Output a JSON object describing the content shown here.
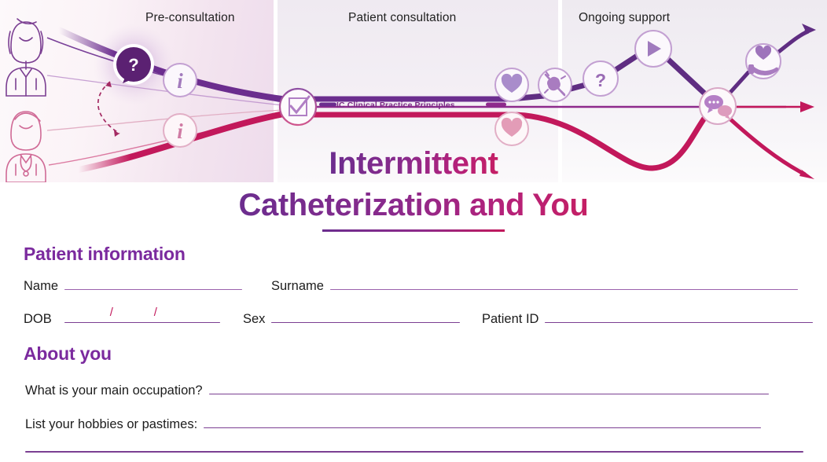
{
  "banner": {
    "phases": [
      {
        "label": "Pre-consultation"
      },
      {
        "label": "Patient consultation"
      },
      {
        "label": "Ongoing support"
      }
    ],
    "pathway_label": "IC Clinical Practice Principles",
    "icons": [
      {
        "name": "question-speech-bubble-icon",
        "phase": "Pre-consultation"
      },
      {
        "name": "info-icon-purple",
        "phase": "Pre-consultation"
      },
      {
        "name": "info-icon-pink",
        "phase": "Pre-consultation"
      },
      {
        "name": "checkbox-tick-icon",
        "phase": "Patient consultation"
      },
      {
        "name": "heart-icon-purple",
        "phase": "Patient consultation"
      },
      {
        "name": "heart-icon-pink",
        "phase": "Patient consultation"
      },
      {
        "name": "no-bacteria-icon",
        "phase": "Ongoing support"
      },
      {
        "name": "question-mark-icon",
        "phase": "Ongoing support"
      },
      {
        "name": "play-video-icon",
        "phase": "Ongoing support"
      },
      {
        "name": "speech-bubbles-icon",
        "phase": "Ongoing support"
      },
      {
        "name": "hand-holding-heart-icon",
        "phase": "Ongoing support"
      }
    ],
    "people": [
      {
        "name": "patient-illustration",
        "color": "#7b3f92"
      },
      {
        "name": "clinician-illustration",
        "color": "#d06a96"
      }
    ]
  },
  "title": {
    "line1": "Intermittent",
    "line2": "Catheterization and You"
  },
  "sections": [
    {
      "heading": "Patient information",
      "fields": [
        {
          "label": "Name",
          "value": ""
        },
        {
          "label": "Surname",
          "value": ""
        },
        {
          "label": "DOB",
          "value": "",
          "separators": [
            "/",
            "/"
          ]
        },
        {
          "label": "Sex",
          "value": ""
        },
        {
          "label": "Patient ID",
          "value": ""
        }
      ]
    },
    {
      "heading": "About you",
      "fields": [
        {
          "label": "What is your main occupation?",
          "value": ""
        },
        {
          "label": "List your hobbies or pastimes:",
          "value": ""
        },
        {
          "label": "",
          "value": ""
        }
      ]
    }
  ],
  "colors": {
    "purple": "#7b2a9e",
    "deep_purple": "#5f2d82",
    "magenta": "#c2185b",
    "light_purple": "#b794c8",
    "rule": "#9b62ad",
    "text": "#1c1c1c"
  }
}
